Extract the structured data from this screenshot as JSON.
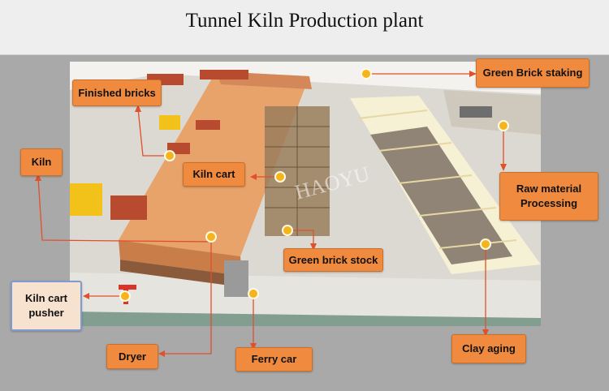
{
  "title": "Tunnel Kiln Production plant",
  "watermark": "HAOYU",
  "accent_color": "#f08a3e",
  "marker_color": "#f6b41c",
  "labels": {
    "finished_bricks": "Finished bricks",
    "green_brick_staking": "Green Brick staking",
    "kiln": "Kiln",
    "kiln_cart": "Kiln cart",
    "raw_material_1": "Raw material",
    "raw_material_2": "Processing",
    "green_brick_stock": "Green brick stock",
    "kiln_cart_pusher_1": "Kiln cart",
    "kiln_cart_pusher_2": "pusher",
    "dryer": "Dryer",
    "ferry_car": "Ferry car",
    "clay_aging": "Clay aging"
  }
}
